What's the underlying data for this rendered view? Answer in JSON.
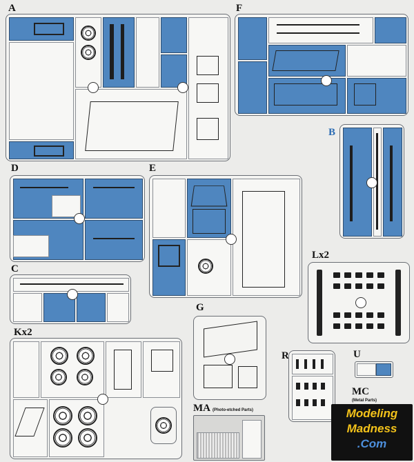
{
  "sprues": {
    "A": "A",
    "F": "F",
    "B": "B",
    "D": "D",
    "E": "E",
    "C": "C",
    "Lx2": "Lx2",
    "G": "G",
    "Kx2": "Kx2",
    "R": "R",
    "U": "U",
    "MA": "MA",
    "MA_note": "(Photo-etched Parts)",
    "MC": "MC",
    "MC_note": "(Metal Parts)"
  },
  "logo": {
    "line1": "Modeling",
    "line2": "Madness",
    "line3": ".Com"
  },
  "colors": {
    "blue_cell": "#4f86bf",
    "logo_yellow": "#f3c21a",
    "logo_blue": "#4d8fdc"
  }
}
